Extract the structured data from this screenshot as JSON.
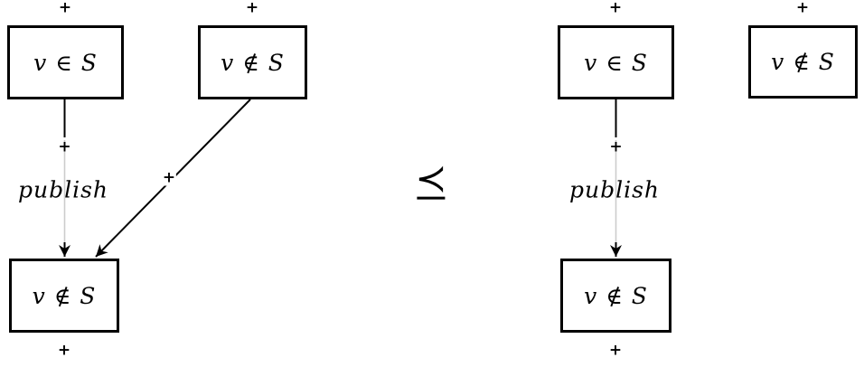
{
  "colors": {
    "ink": "#000000",
    "edge_gray": "#cccccc",
    "paper": "#ffffff"
  },
  "marks": {
    "plus": "+",
    "preceq": "⪯",
    "preceq_top": "≺"
  },
  "left_diagram": {
    "boxes": {
      "top_left": "v ∈ S",
      "top_right": "v ∉ S",
      "bottom": "v ∉ S"
    },
    "publish_label": "publish",
    "plus_marks": [
      "above-top-left-box",
      "above-top-right-box",
      "on-publish-edge",
      "on-diagonal-edge",
      "below-bottom-box"
    ]
  },
  "relation": {
    "symbol": "⪯",
    "name": "preceq"
  },
  "right_diagram": {
    "boxes": {
      "top_left": "v ∈ S",
      "top_right": "v ∉ S",
      "bottom": "v ∉ S"
    },
    "publish_label": "publish",
    "plus_marks": [
      "above-top-left-box",
      "above-top-right-box",
      "on-publish-edge",
      "below-bottom-box"
    ]
  }
}
